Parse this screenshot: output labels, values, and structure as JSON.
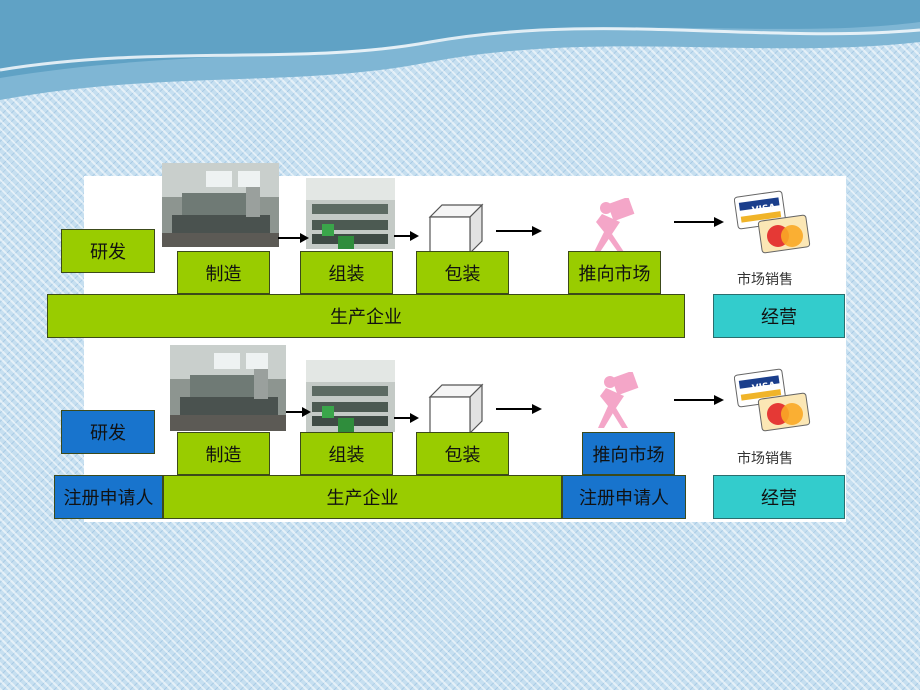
{
  "row1": {
    "research": "研发",
    "manufacture": "制造",
    "assembly": "组装",
    "packaging": "包装",
    "push_market": "推向市场",
    "producer": "生产企业",
    "market_sales": "市场销售",
    "operation": "经营"
  },
  "row2": {
    "research": "研发",
    "manufacture": "制造",
    "assembly": "组装",
    "packaging": "包装",
    "push_market": "推向市场",
    "producer": "生产企业",
    "registrant_left": "注册申请人",
    "registrant_right": "注册申请人",
    "market_sales": "市场销售",
    "operation": "经营"
  },
  "cards": {
    "visa": "VISA",
    "mastercard": "MasterCard"
  },
  "colors": {
    "green": "#99cc00",
    "blue": "#1874cd",
    "teal": "#33cccc"
  },
  "icons": [
    "factory-photo",
    "assembly-line-photo",
    "box-icon",
    "arrow-icon",
    "carrying-figure-icon",
    "credit-cards-icon"
  ]
}
